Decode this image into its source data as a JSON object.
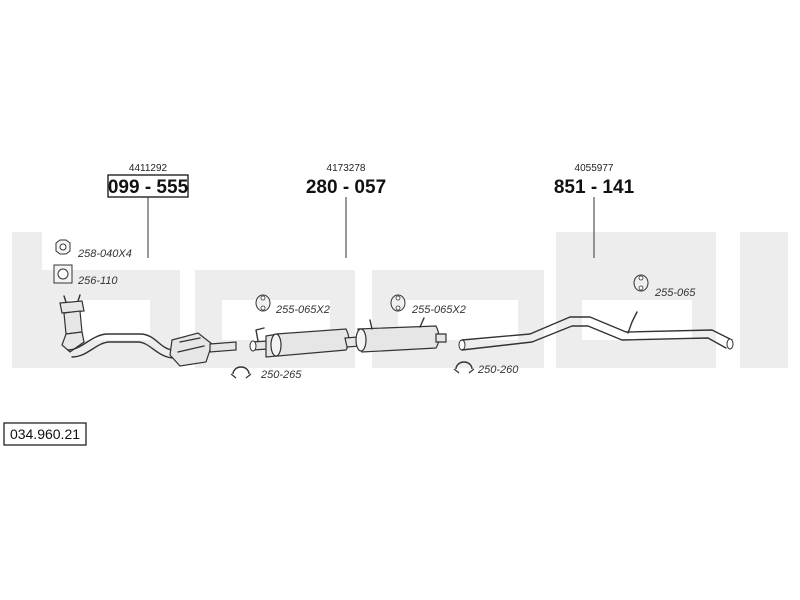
{
  "diagram_number": "034.960.21",
  "parts": [
    {
      "id": "front-pipe",
      "ref": "4411292",
      "number": "099 - 555",
      "boxed": true
    },
    {
      "id": "middle-silencer",
      "ref": "4173278",
      "number": "280 - 057",
      "boxed": false
    },
    {
      "id": "rear-pipe",
      "ref": "4055977",
      "number": "851 - 141",
      "boxed": false
    }
  ],
  "accessories": [
    {
      "id": "nut",
      "code": "258-040X4",
      "icon": "hex-nut-icon"
    },
    {
      "id": "gasket",
      "code": "256-110",
      "icon": "gasket-icon"
    },
    {
      "id": "rubber-mount-1",
      "code": "255-065X2",
      "icon": "rubber-mount-icon"
    },
    {
      "id": "rubber-mount-2",
      "code": "255-065X2",
      "icon": "rubber-mount-icon"
    },
    {
      "id": "rubber-mount-3",
      "code": "255-065",
      "icon": "rubber-mount-icon"
    },
    {
      "id": "clamp-1",
      "code": "250-265",
      "icon": "clamp-icon"
    },
    {
      "id": "clamp-2",
      "code": "250-260",
      "icon": "clamp-icon"
    }
  ],
  "colors": {
    "watermark": "#ededed",
    "line": "#333333",
    "fill": "#e6e6e6"
  }
}
